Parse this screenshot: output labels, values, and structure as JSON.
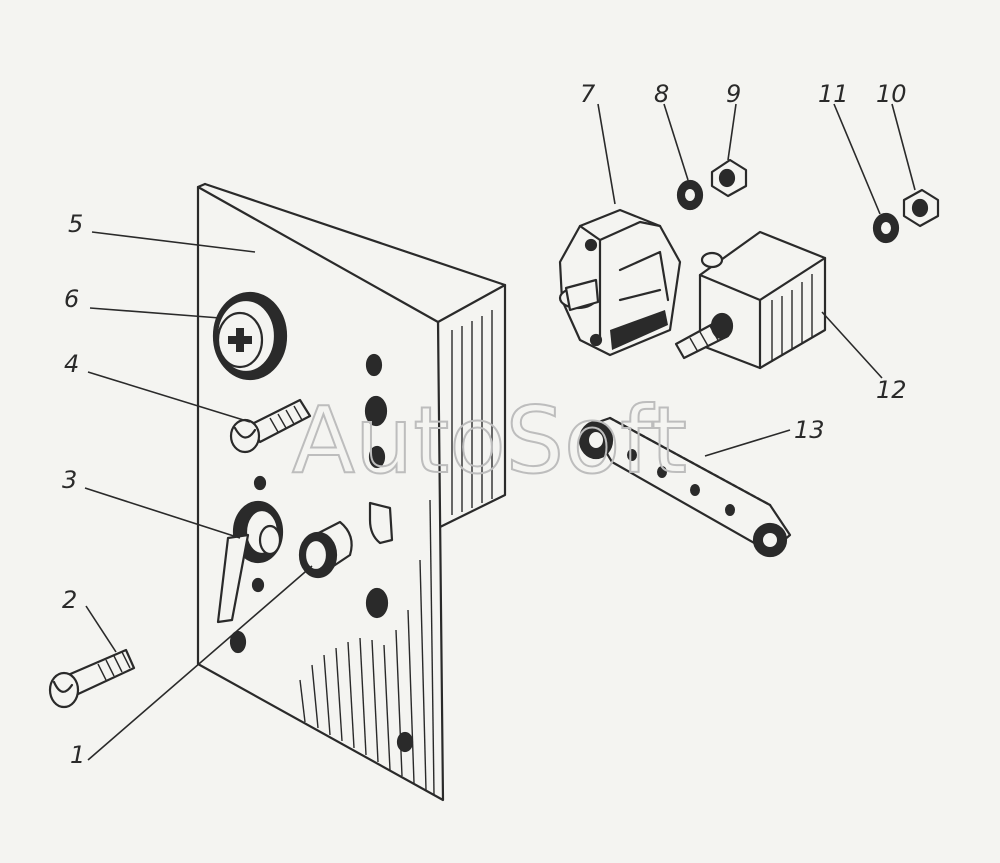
{
  "diagram": {
    "watermark": "AutoSoft",
    "callouts": [
      {
        "id": "1",
        "label": "1"
      },
      {
        "id": "2",
        "label": "2"
      },
      {
        "id": "3",
        "label": "3"
      },
      {
        "id": "4",
        "label": "4"
      },
      {
        "id": "5",
        "label": "5"
      },
      {
        "id": "6",
        "label": "6"
      },
      {
        "id": "7",
        "label": "7"
      },
      {
        "id": "8",
        "label": "8"
      },
      {
        "id": "9",
        "label": "9"
      },
      {
        "id": "10",
        "label": "10"
      },
      {
        "id": "11",
        "label": "11"
      },
      {
        "id": "12",
        "label": "12"
      },
      {
        "id": "13",
        "label": "13"
      }
    ]
  }
}
